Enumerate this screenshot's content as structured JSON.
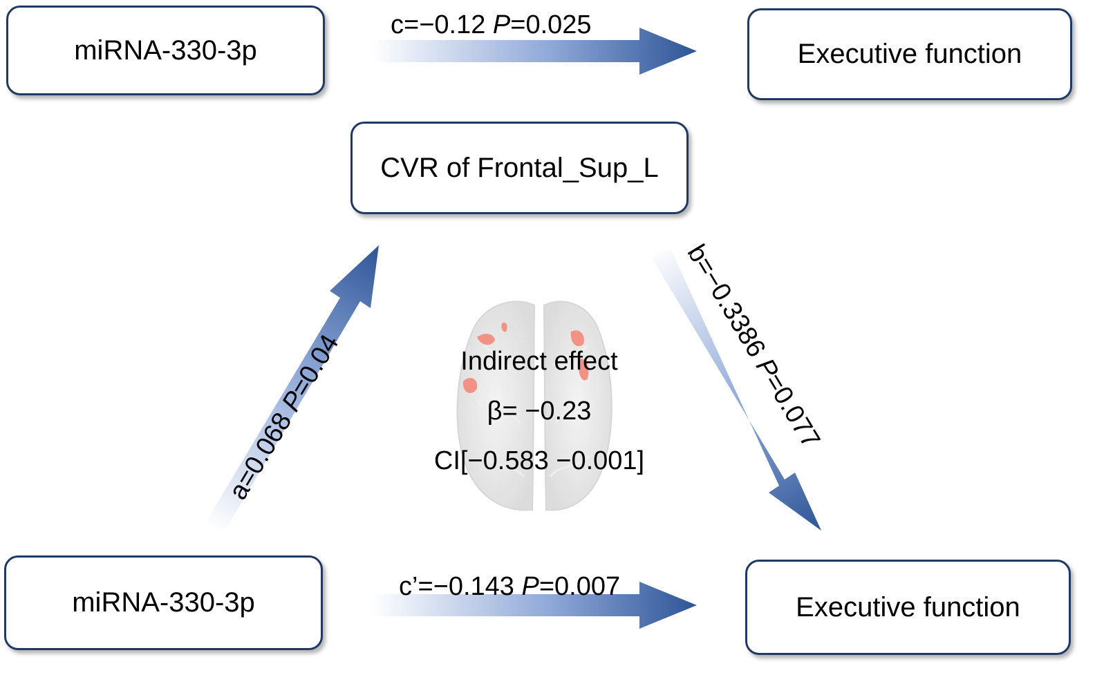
{
  "nodes": {
    "top_left": "miRNA-330-3p",
    "top_right": "Executive function",
    "mediator": "CVR of Frontal_Sup_L",
    "bottom_left": "miRNA-330-3p",
    "bottom_right": "Executive function"
  },
  "paths": {
    "total": {
      "coef": "c=−0.12 ",
      "p_symbol": "P",
      "p_value": "=0.025"
    },
    "a": {
      "coef": "a=0.068  ",
      "p_symbol": "P",
      "p_value": "=0.04"
    },
    "b": {
      "coef": "b=−0.3386 ",
      "p_symbol": "P",
      "p_value": "=0.077"
    },
    "direct": {
      "coef": "c’=−0.143  ",
      "p_symbol": "P",
      "p_value": "=0.007"
    }
  },
  "indirect": {
    "title": "Indirect effect",
    "beta": "β= −0.23",
    "ci": "CI[−0.583 −0.001]"
  },
  "colors": {
    "arrow_dark": "#2e5597",
    "arrow_light": "#ffffff",
    "box_border": "#1f3864",
    "brain_gray": "#dcdcdc",
    "activation": "#f08070"
  },
  "icons": {
    "brain": "brain-axial-slice-icon"
  }
}
